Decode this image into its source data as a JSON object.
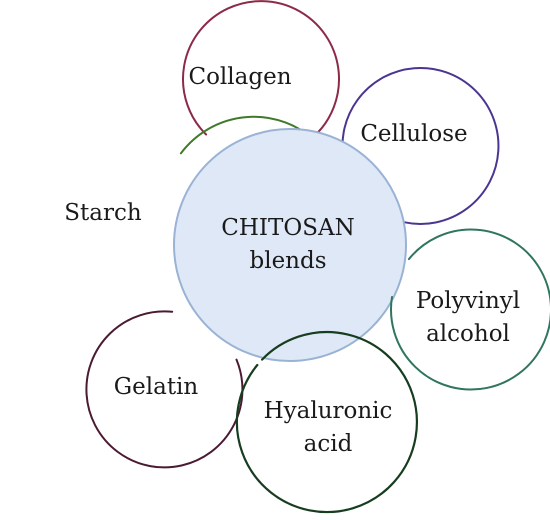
{
  "center": {
    "line1": "CHITOSAN",
    "line2": "blends",
    "fill": "#dfe8f6",
    "stroke": "#9ab3d5"
  },
  "nodes": [
    {
      "id": "collagen",
      "line1": "Collagen",
      "line2": "",
      "stroke": "#8c2a48"
    },
    {
      "id": "cellulose",
      "line1": "Cellulose",
      "line2": "",
      "stroke": "#4b3591"
    },
    {
      "id": "starch",
      "line1": "Starch",
      "line2": "",
      "stroke": "#3f7a2a"
    },
    {
      "id": "polyvinyl-alcohol",
      "line1": "Polyvinyl",
      "line2": "alcohol",
      "stroke": "#2f7560"
    },
    {
      "id": "gelatin",
      "line1": "Gelatin",
      "line2": "",
      "stroke": "#4a1a32"
    },
    {
      "id": "hyaluronic-acid",
      "line1": "Hyaluronic",
      "line2": "acid",
      "stroke": "#173d20"
    }
  ]
}
